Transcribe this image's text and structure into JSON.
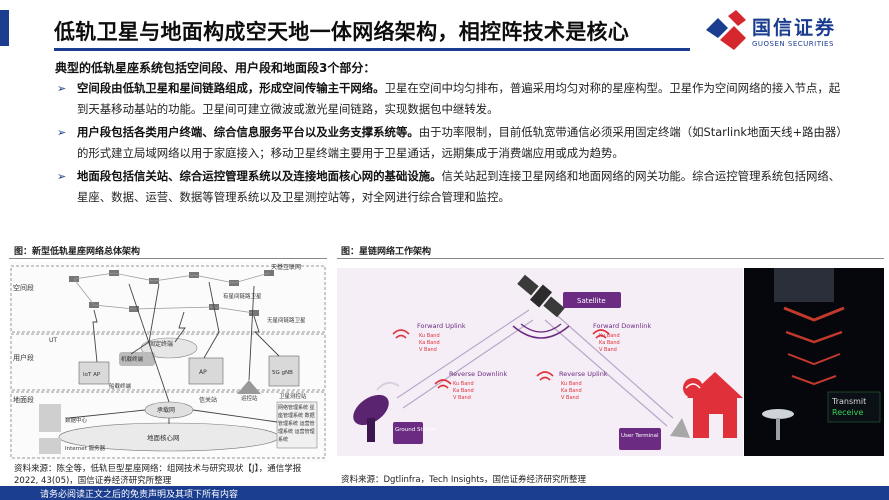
{
  "header": {
    "title": "低轨卫星与地面构成空天地一体网络架构，相控阵技术是核心",
    "logo_cn": "国信证券",
    "logo_en": "GUOSEN SECURITIES"
  },
  "lead": "典型的低轨星座系统包括空间段、用户段和地面段3个部分：",
  "bullets": [
    {
      "strong": "空间段由低轨卫星和星间链路组成，形成空间传输主干网络。",
      "text": "卫星在空间中均匀排布，普遍采用均匀对称的星座构型。卫星作为空间网络的接入节点，起到天基移动基站的功能。卫星间可建立微波或激光星间链路，实现数据包中继转发。"
    },
    {
      "strong": "用户段包括各类用户终端、综合信息服务平台以及业务支撑系统等。",
      "text": "由于功率限制，目前低轨宽带通信必须采用固定终端（如Starlink地面天线+路由器）的形式建立局域网络以用于家庭接入；移动卫星终端主要用于卫星通话，远期集成于消费端应用或成为趋势。"
    },
    {
      "strong": "地面段包括信关站、综合运控管理系统以及连接地面核心网的基础设施。",
      "text": "信关站起到连接卫星网络和地面网络的网关功能。综合运控管理系统包括网络、星座、数据、运营、数据等管理系统以及卫星测控站等，对全网进行综合管理和监控。"
    }
  ],
  "figure_left": {
    "title": "图：新型低轨星座网络总体架构",
    "source_line1": "资料来源：陈全等，低轨巨型星座网络：组网技术与研究现状【J】，通信学报",
    "source_line2": "2022, 43(05)，国信证券经济研究所整理",
    "labels": {
      "space_seg": "空间段",
      "sky_net": "天基互联网",
      "has_isl": "有星间链路卫星",
      "no_isl": "无星间链路卫星",
      "ut": "UT",
      "fixed_terminal": "固定终端",
      "airborne": "机载终端",
      "ship": "船载终端",
      "iot": "IoT AP",
      "ap": "AP",
      "gnb": "5G gNB",
      "gateway": "信关站",
      "bearer": "承载网",
      "core": "地面核心网",
      "user_seg": "用户段",
      "ground_seg": "地面段",
      "dc": "数据中心",
      "internet": "Internet 服务器",
      "ops": "运控站",
      "ttc": "卫星测控站",
      "mgmt": "网络管理系统 星座管理系统 数据管理系统 运营管理系统 运营管理系统"
    }
  },
  "figure_right": {
    "title": "图：星链网络工作架构",
    "source": "资料来源：Dgtlinfra，Tech Insights，国信证券经济研究所整理",
    "satellite": "Satellite",
    "ground_station": "Ground Station",
    "user_terminal": "User Terminal",
    "fwd_uplink": "Forward Uplink",
    "fwd_downlink": "Forward Downlink",
    "rev_downlink": "Reverse Downlink",
    "rev_uplink": "Reverse Uplink",
    "ku_band": "Ku Band",
    "ka_band": "Ka Band",
    "v_band": "V Band",
    "transmit": "Transmit",
    "receive": "Receive"
  },
  "footer": "请务必阅读正文之后的免责声明及其项下所有内容",
  "colors": {
    "brand_blue": "#1a3d8f",
    "brand_red": "#d7272e",
    "diagram_purple": "#6b2b82",
    "diagram_red": "#e0313a"
  }
}
